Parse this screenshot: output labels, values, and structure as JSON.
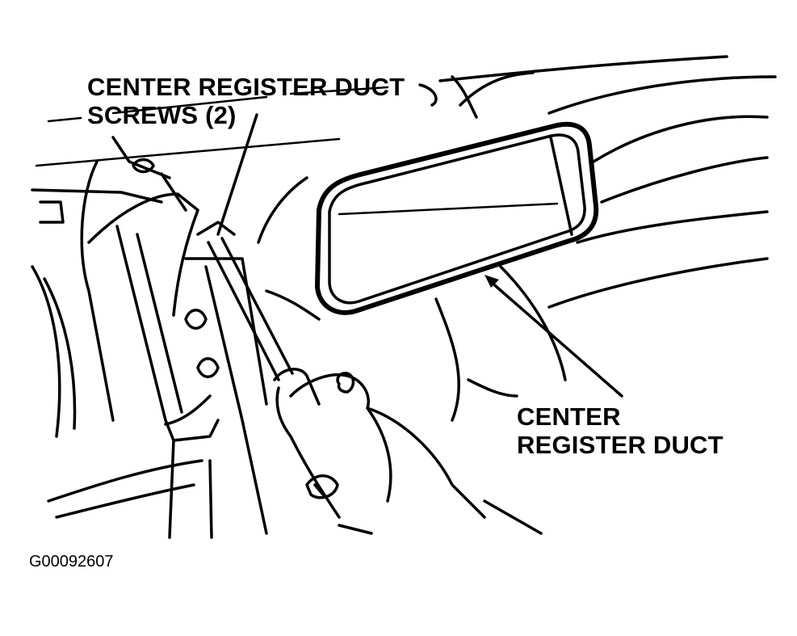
{
  "labels": {
    "screws_line1": "CENTER REGISTER DUCT",
    "screws_line2": "SCREWS (2)",
    "duct_line1": "CENTER",
    "duct_line2": "REGISTER DUCT"
  },
  "figure_code": "G00092607"
}
